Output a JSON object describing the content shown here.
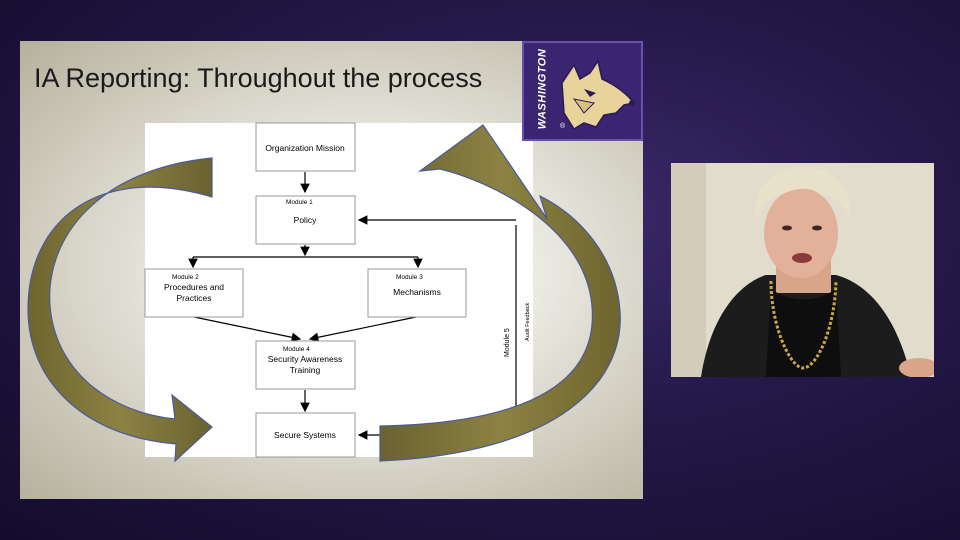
{
  "slide": {
    "title": "IA Reporting: Throughout the process"
  },
  "logo": {
    "word": "WASHINGTON",
    "registered_mark": "®",
    "colors": {
      "purple": "#3b2573",
      "gold": "#e8d39a"
    }
  },
  "diagram": {
    "boxes": {
      "mission": {
        "module": "",
        "label": [
          "Organization Mission"
        ]
      },
      "policy": {
        "module": "Module 1",
        "label": [
          "Policy"
        ]
      },
      "procedures": {
        "module": "Module 2",
        "label": [
          "Procedures and",
          "Practices"
        ]
      },
      "mechanisms": {
        "module": "Module 3",
        "label": [
          "Mechanisms"
        ]
      },
      "training": {
        "module": "Module 4",
        "label": [
          "Security Awareness",
          "Training"
        ]
      },
      "secure": {
        "module": "",
        "label": [
          "Secure Systems"
        ]
      }
    },
    "side_labels": {
      "module5": "Module 5",
      "audit": "Audit Feedback"
    },
    "arrow_color": "#7a7138",
    "arrow_outline": "#4a5a9a"
  },
  "webcam": {
    "description_colors": {
      "wall": "#e2dccd",
      "hair": "#e9e0c9",
      "jacket": "#1c1c1c",
      "necklace": "#c9a84c"
    }
  }
}
